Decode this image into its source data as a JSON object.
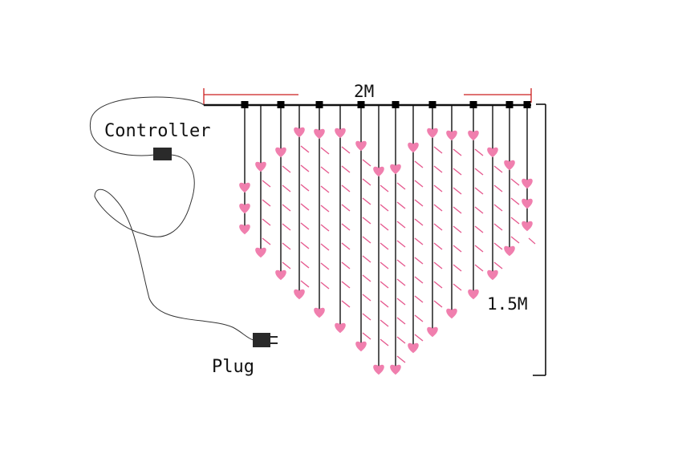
{
  "labels": {
    "controller": "Controller",
    "plug": "Plug",
    "width": "2M",
    "height": "1.5M"
  },
  "colors": {
    "heart": "#f07fae",
    "dash": "#e55a8f",
    "width_mark": "#cc1f1f",
    "wire": "#333333",
    "strand": "#111111",
    "device": "#2a2a2a"
  }
}
